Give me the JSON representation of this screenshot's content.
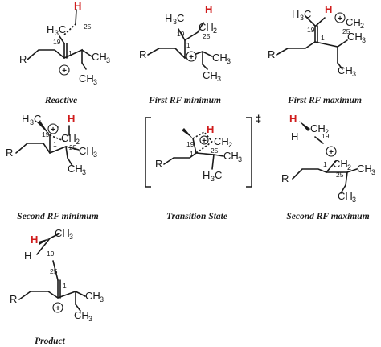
{
  "colors": {
    "ink": "#1a1a1a",
    "highlight_h": "#d01c1c",
    "background": "#ffffff"
  },
  "atoms": {
    "r": "R",
    "h": "H",
    "h3": "H",
    "c": "C",
    "ch": "CH",
    "three": "3",
    "two": "2",
    "plus": "+"
  },
  "numbers": {
    "c1": "1",
    "c19": "19",
    "c25": "25"
  },
  "captions": {
    "reactive": "Reactive",
    "first_min": "First RF minimum",
    "first_max": "First RF maximum",
    "second_min": "Second RF minimum",
    "transition": "Transition State",
    "second_max": "Second RF maximum",
    "product": "Product"
  },
  "ts_mark": "‡"
}
